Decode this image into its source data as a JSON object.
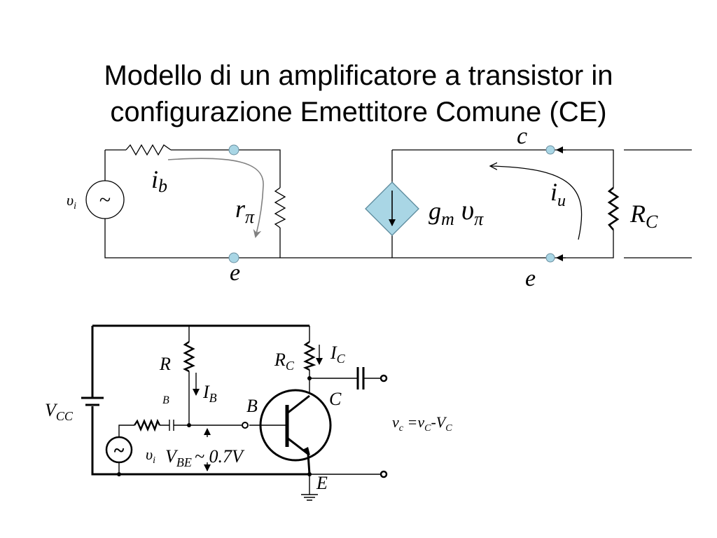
{
  "title": {
    "line1": "Modello di un amplificatore a transistor in",
    "line2": "configurazione Emettitore Comune (CE)"
  },
  "small_signal_model": {
    "source_symbol": "~",
    "input_voltage": {
      "base": "υ",
      "sub": "i"
    },
    "base_current": {
      "base": "i",
      "sub": "b"
    },
    "input_resistance": {
      "base": "r",
      "sub": "π"
    },
    "controlled_source": {
      "gm_base": "g",
      "gm_sub": "m",
      "v_base": "υ",
      "v_sub": "π"
    },
    "output_current": {
      "base": "i",
      "sub": "u"
    },
    "load_resistor": {
      "base": "R",
      "sub": "C"
    },
    "collector_node": "c",
    "emitter_node_left": "e",
    "emitter_node_right": "e"
  },
  "bias_circuit": {
    "supply": {
      "base": "V",
      "sub": "CC"
    },
    "base_resistor": "R",
    "base_resistor_sub": "B",
    "base_current": {
      "base": "I",
      "sub": "B"
    },
    "collector_resistor": {
      "base": "R",
      "sub": "C"
    },
    "collector_current": {
      "base": "I",
      "sub": "C"
    },
    "base_terminal": "B",
    "collector_terminal": "C",
    "emitter_terminal": "E",
    "source_symbol": "~",
    "input_voltage": {
      "base": "υ",
      "sub": "i"
    },
    "vbe": {
      "base": "V",
      "sub": "BE",
      "approx": "~ 0.7V"
    },
    "output_eq": {
      "v_base": "v",
      "v_sub": "c",
      "eq": " =v",
      "vC_sub": "C",
      "minus": "-V",
      "VC_sub": "C"
    }
  },
  "colors": {
    "node_fill": "#a9d6e5",
    "source_fill": "#a9d6e5",
    "arrow_gray": "#808080"
  }
}
